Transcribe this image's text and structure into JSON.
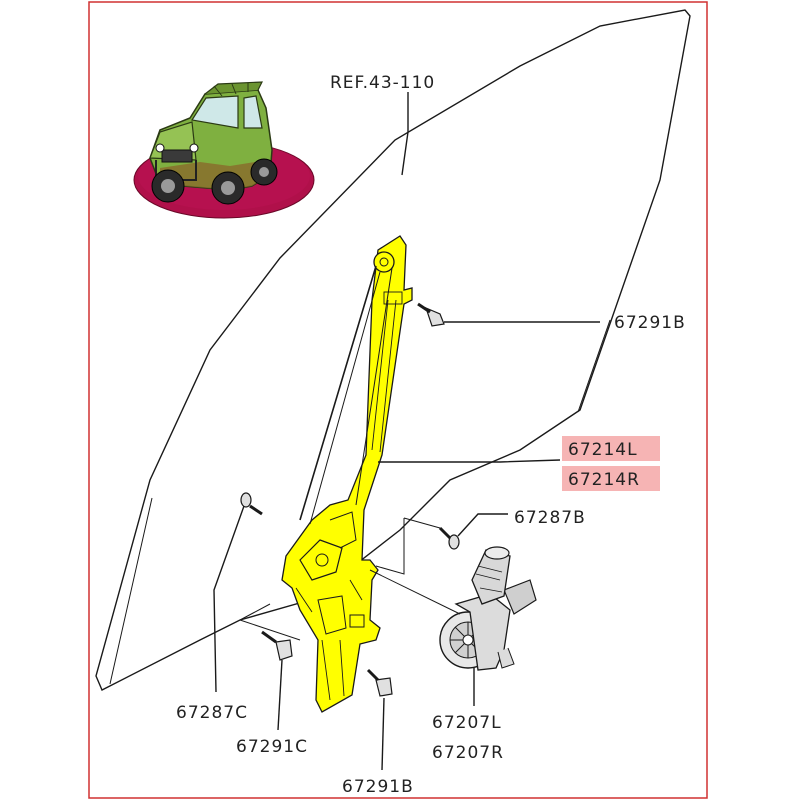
{
  "colors": {
    "frame": "#d03030",
    "regulator": "#ffff00",
    "highlight": "#f6b4b4",
    "line": "#1a1a1a",
    "base": "#b0104a",
    "vehicle": "#7fb040"
  },
  "labels": {
    "ref": "REF.43-110",
    "bolt_top": "67291B",
    "regulator_l": "67214L",
    "regulator_r": "67214R",
    "screw_right": "67287B",
    "screw_left": "67287C",
    "bolt_left": "67291C",
    "bolt_bottom": "67291B",
    "motor_l": "67207L",
    "motor_r": "67207R"
  },
  "icons": {
    "vehicle": "suv-vehicle-icon",
    "motor": "window-motor-icon",
    "bolt": "bolt-icon"
  }
}
